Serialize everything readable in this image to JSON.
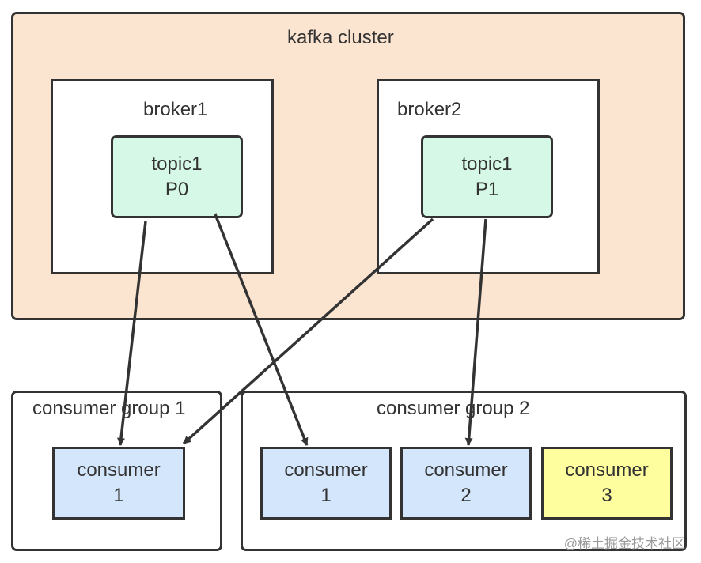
{
  "cluster": {
    "title": "kafka cluster"
  },
  "brokers": [
    {
      "name": "broker1",
      "topic": "topic1",
      "partition": "P0"
    },
    {
      "name": "broker2",
      "topic": "topic1",
      "partition": "P1"
    }
  ],
  "groups": [
    {
      "title": "consumer group 1",
      "consumers": [
        {
          "label": "consumer",
          "index": "1"
        }
      ]
    },
    {
      "title": "consumer group 2",
      "consumers": [
        {
          "label": "consumer",
          "index": "1"
        },
        {
          "label": "consumer",
          "index": "2"
        },
        {
          "label": "consumer",
          "index": "3"
        }
      ]
    }
  ],
  "colors": {
    "cluster_fill": "#fbe5d0",
    "topic_fill": "#d6f8e6",
    "consumer_fill": "#d4e6fb",
    "idle_consumer_fill": "#fefe9e",
    "line": "#333333"
  },
  "watermark": "@稀土掘金技术社区"
}
